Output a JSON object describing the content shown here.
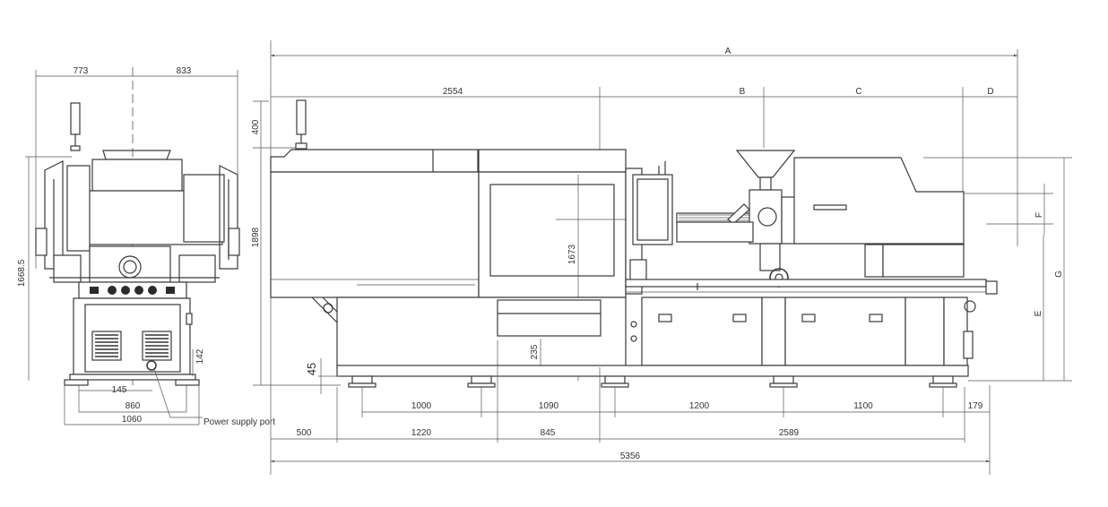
{
  "front_view": {
    "dim_top_left": "773",
    "dim_top_right": "833",
    "dim_height": "1668.5",
    "dim_port_height": "142",
    "dim_port_offset": "145",
    "dim_foot_span": "860",
    "dim_width": "1060",
    "power_port_label": "Power supply port"
  },
  "side_view": {
    "label_A": "A",
    "label_B": "B",
    "label_C": "C",
    "label_D": "D",
    "label_E": "E",
    "label_F": "F",
    "label_G": "G",
    "dim_2554": "2554",
    "dim_400": "400",
    "dim_1898": "1898",
    "dim_1673": "1673",
    "dim_235": "235",
    "dim_45": "45",
    "feet_dims": [
      "1000",
      "1090",
      "1200",
      "1100",
      "179"
    ],
    "base_dims": [
      "500",
      "1220",
      "845",
      "2589"
    ],
    "overall_length": "5356"
  }
}
